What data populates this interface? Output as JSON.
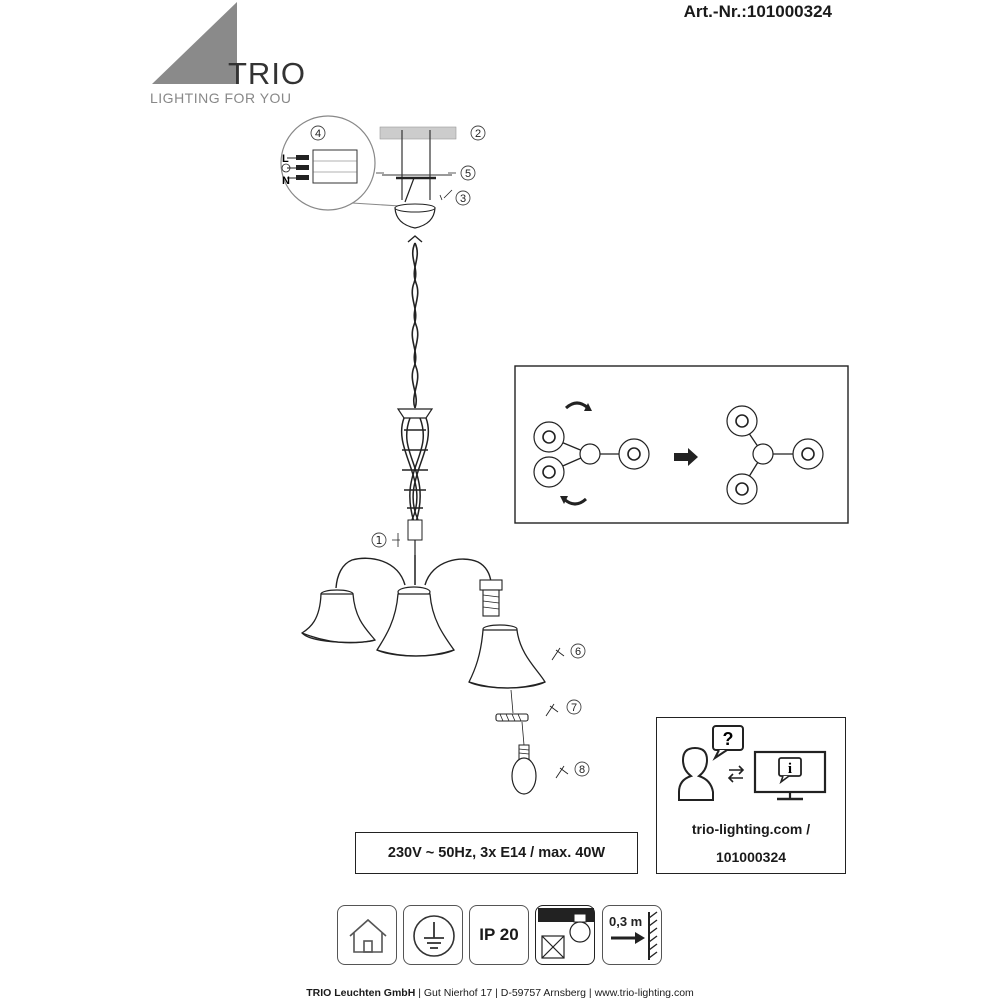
{
  "header": {
    "article_number": "Art.-Nr.:101000324"
  },
  "logo": {
    "name": "TRIO",
    "tagline": "LIGHTING FOR YOU",
    "triangle_color": "#8a8a8a"
  },
  "wiring": {
    "labels": [
      "L",
      "N"
    ]
  },
  "callouts": [
    "1",
    "2",
    "3",
    "4",
    "5",
    "6",
    "7",
    "8"
  ],
  "spec": {
    "text": "230V ~ 50Hz, 3x E14 / max. 40W"
  },
  "info": {
    "line1": "trio-lighting.com /",
    "line2": "101000324",
    "question_icon": "question-bubble-icon",
    "info_icon": "info-monitor-icon"
  },
  "icons": {
    "indoor": "house-icon",
    "ground": "protective-earth-icon",
    "ip_rating": "IP 20",
    "no_insulation": "no-insulation-cover-icon",
    "distance": "0,3 m"
  },
  "footer": {
    "company": "TRIO Leuchten GmbH",
    "street": "Gut Nierhof 17",
    "city": "D-59757 Arnsberg",
    "web": "www.trio-lighting.com",
    "separator": "|"
  }
}
